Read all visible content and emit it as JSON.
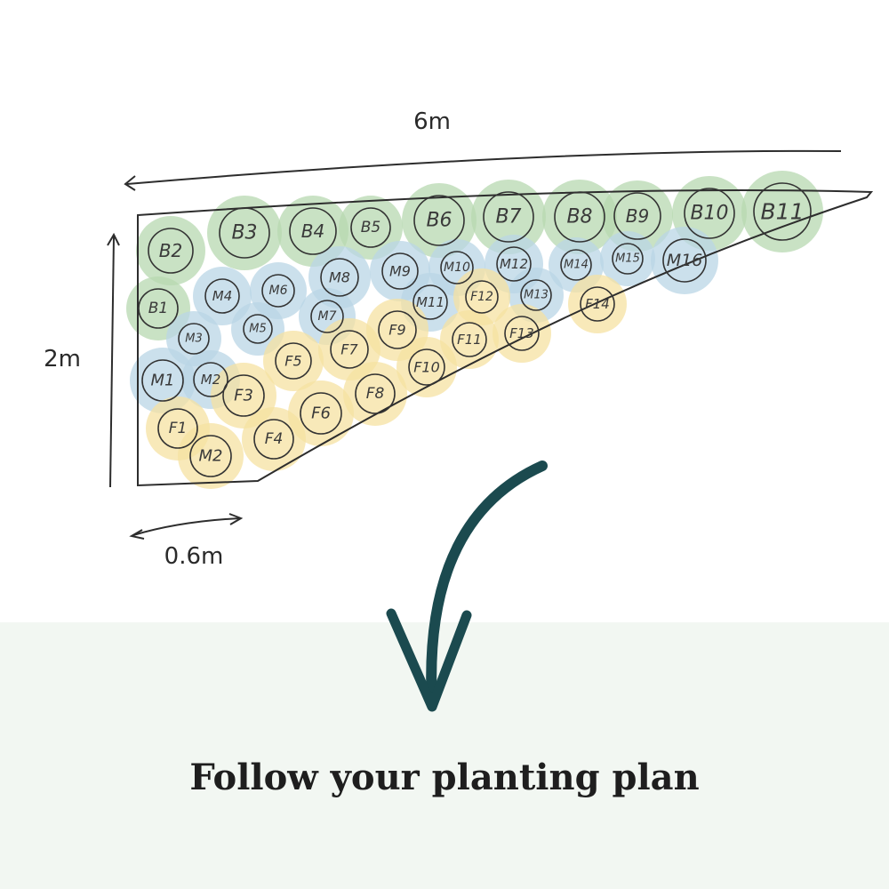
{
  "dimensions": {
    "length": "6m",
    "depth": "2m",
    "edge": "0.6m"
  },
  "plants": [
    {
      "label": "B1",
      "group": "back"
    },
    {
      "label": "B2",
      "group": "back"
    },
    {
      "label": "B3",
      "group": "back"
    },
    {
      "label": "B4",
      "group": "back"
    },
    {
      "label": "B5",
      "group": "back"
    },
    {
      "label": "B6",
      "group": "back"
    },
    {
      "label": "B7",
      "group": "back"
    },
    {
      "label": "B8",
      "group": "back"
    },
    {
      "label": "B9",
      "group": "back"
    },
    {
      "label": "B10",
      "group": "back"
    },
    {
      "label": "B11",
      "group": "back"
    },
    {
      "label": "M1",
      "group": "middle"
    },
    {
      "label": "M2",
      "group": "middle"
    },
    {
      "label": "M3",
      "group": "middle"
    },
    {
      "label": "M4",
      "group": "middle"
    },
    {
      "label": "M5",
      "group": "middle"
    },
    {
      "label": "M6",
      "group": "middle"
    },
    {
      "label": "M7",
      "group": "middle"
    },
    {
      "label": "M8",
      "group": "middle"
    },
    {
      "label": "M9",
      "group": "middle"
    },
    {
      "label": "M10",
      "group": "middle"
    },
    {
      "label": "M11",
      "group": "middle"
    },
    {
      "label": "M12",
      "group": "middle"
    },
    {
      "label": "M13",
      "group": "middle"
    },
    {
      "label": "M14",
      "group": "middle"
    },
    {
      "label": "M15",
      "group": "middle"
    },
    {
      "label": "M16",
      "group": "middle"
    },
    {
      "label": "F1",
      "group": "front"
    },
    {
      "label": "M2",
      "group": "front"
    },
    {
      "label": "F3",
      "group": "front"
    },
    {
      "label": "F4",
      "group": "front"
    },
    {
      "label": "F5",
      "group": "front"
    },
    {
      "label": "F6",
      "group": "front"
    },
    {
      "label": "F7",
      "group": "front"
    },
    {
      "label": "F8",
      "group": "front"
    },
    {
      "label": "F9",
      "group": "front"
    },
    {
      "label": "F10",
      "group": "front"
    },
    {
      "label": "F11",
      "group": "front"
    },
    {
      "label": "F12",
      "group": "front"
    },
    {
      "label": "F13",
      "group": "front"
    },
    {
      "label": "F14",
      "group": "front"
    }
  ],
  "colors": {
    "back": "#b7d8b0",
    "middle": "#b9d6e6",
    "front": "#f5e2a2",
    "arrow": "#1b4a4f",
    "panel": "#f2f7f2"
  },
  "caption": "Follow your planting plan"
}
